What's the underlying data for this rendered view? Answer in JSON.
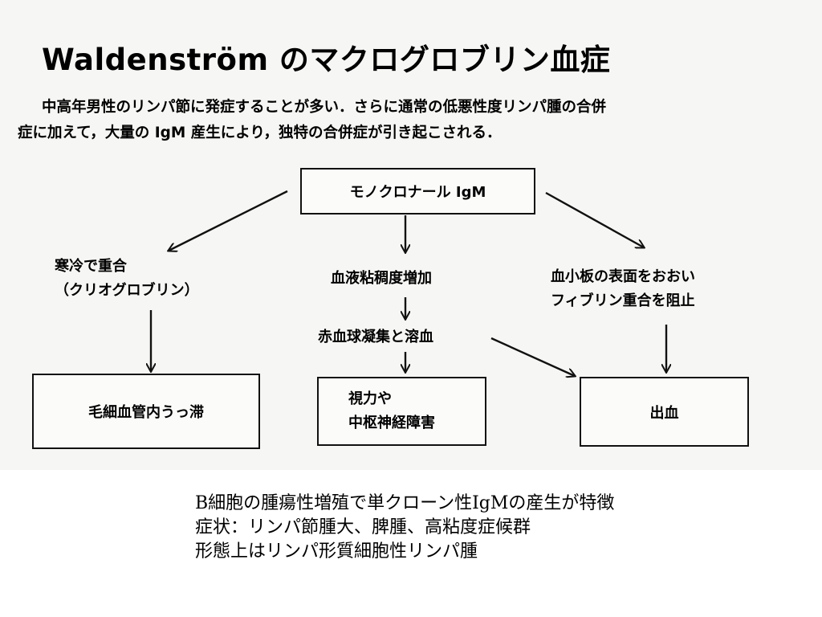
{
  "title": "Waldenström のマクログロブリン血症",
  "intro": [
    "中高年男性のリンパ節に発症することが多い．さらに通常の低悪性度リンパ腫の合併",
    "症に加えて，大量の IgM 産生により，独特の合併症が引き起こされる．"
  ],
  "diagram": {
    "root": "モノクロナール IgM",
    "cold_agglutination": [
      "寒冷で重合",
      "（クリオグロブリン）"
    ],
    "viscosity": "血液粘稠度増加",
    "aggregation": "赤血球凝集と溶血",
    "platelet": [
      "血小板の表面をおおい",
      "フィブリン重合を阻止"
    ],
    "capillary": "毛細血管内うっ滞",
    "vision": [
      "視力や",
      "中枢神経障害"
    ],
    "bleeding": "出血"
  },
  "notes": [
    "B細胞の腫瘍性増殖で単クローン性IgMの産生が特徴",
    "症状：リンパ節腫大、脾腫、高粘度症候群",
    "形態上はリンパ形質細胞性リンパ腫"
  ]
}
